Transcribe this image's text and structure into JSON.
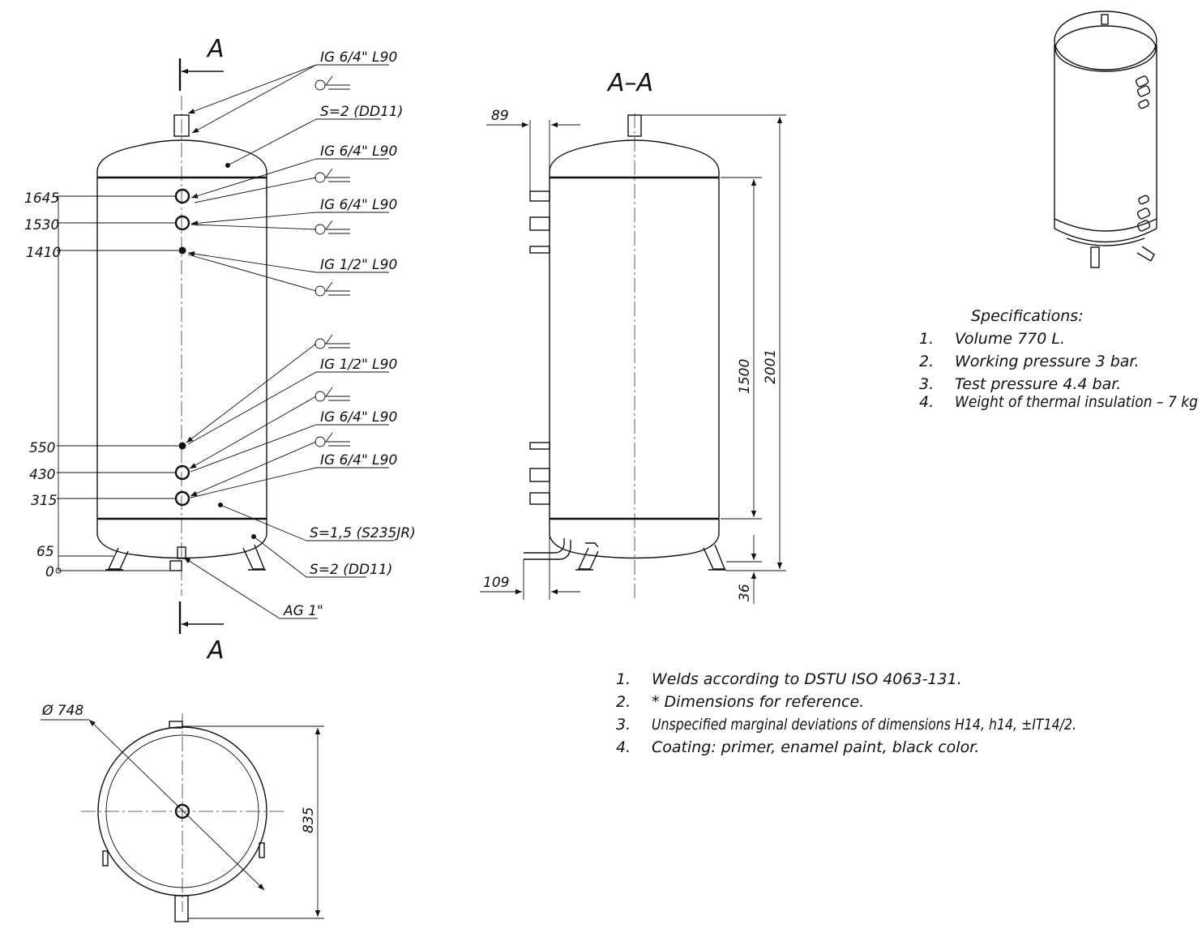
{
  "front_view": {
    "section_label_top": "A",
    "section_label_bottom": "A",
    "callouts": [
      "IG 6/4\" L90",
      "S=2 (DD11)",
      "IG 6/4\" L90",
      "IG 6/4\" L90",
      "IG 1/2\" L90",
      "IG 1/2\" L90",
      "IG 6/4\" L90",
      "IG 6/4\" L90",
      "S=1,5 (S235JR)",
      "S=2 (DD11)",
      "AG 1\""
    ],
    "elevations": [
      "1645",
      "1530",
      "1410",
      "550",
      "430",
      "315",
      "65",
      "0"
    ]
  },
  "section_view": {
    "title": "A–A",
    "dims": {
      "offset_top": "89",
      "offset_bottom": "109",
      "shell_height": "1500",
      "total_height": "2001",
      "leg_height": "36"
    }
  },
  "top_view": {
    "diameter": "Ø 748",
    "overall": "835"
  },
  "specifications": {
    "title": "Specifications:",
    "items": [
      {
        "num": "1.",
        "text": "Volume 770 L."
      },
      {
        "num": "2.",
        "text": "Working pressure 3 bar."
      },
      {
        "num": "3.",
        "text": "Test pressure 4.4 bar."
      },
      {
        "num": "4.",
        "text": "Weight of thermal insulation – 7 kg"
      }
    ]
  },
  "notes": [
    {
      "num": "1.",
      "text": "Welds according to DSTU ISO 4063-131."
    },
    {
      "num": "2.",
      "text": "* Dimensions for reference."
    },
    {
      "num": "3.",
      "text": "Unspecified marginal deviations of dimensions H14, h14, ±IT14/2."
    },
    {
      "num": "4.",
      "text": "Coating: primer, enamel paint, black color."
    }
  ]
}
